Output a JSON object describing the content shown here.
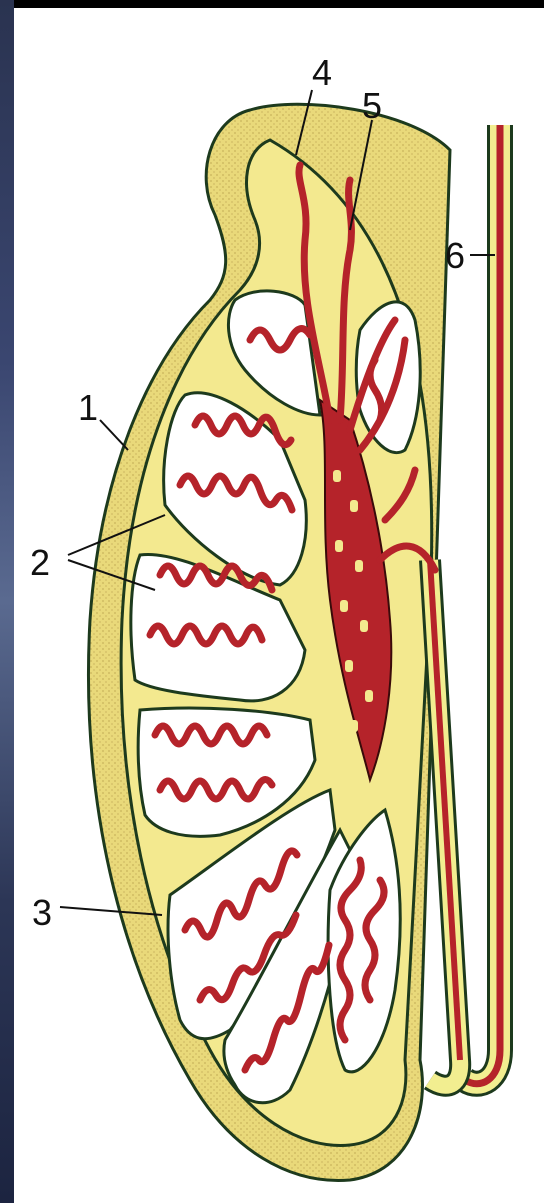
{
  "diagram": {
    "labels": [
      {
        "id": "label-1",
        "text": "1"
      },
      {
        "id": "label-2",
        "text": "2"
      },
      {
        "id": "label-3",
        "text": "3"
      },
      {
        "id": "label-4",
        "text": "4"
      },
      {
        "id": "label-5",
        "text": "5"
      },
      {
        "id": "label-6",
        "text": "6"
      }
    ]
  },
  "colors": {
    "capsule": "#f3e98f",
    "lobule_fill": "#ffffff",
    "septa": "#f7f3a0",
    "tubules": "#b5232a",
    "outline": "#1d3a1d",
    "duct_yellow": "#f2ee90"
  }
}
